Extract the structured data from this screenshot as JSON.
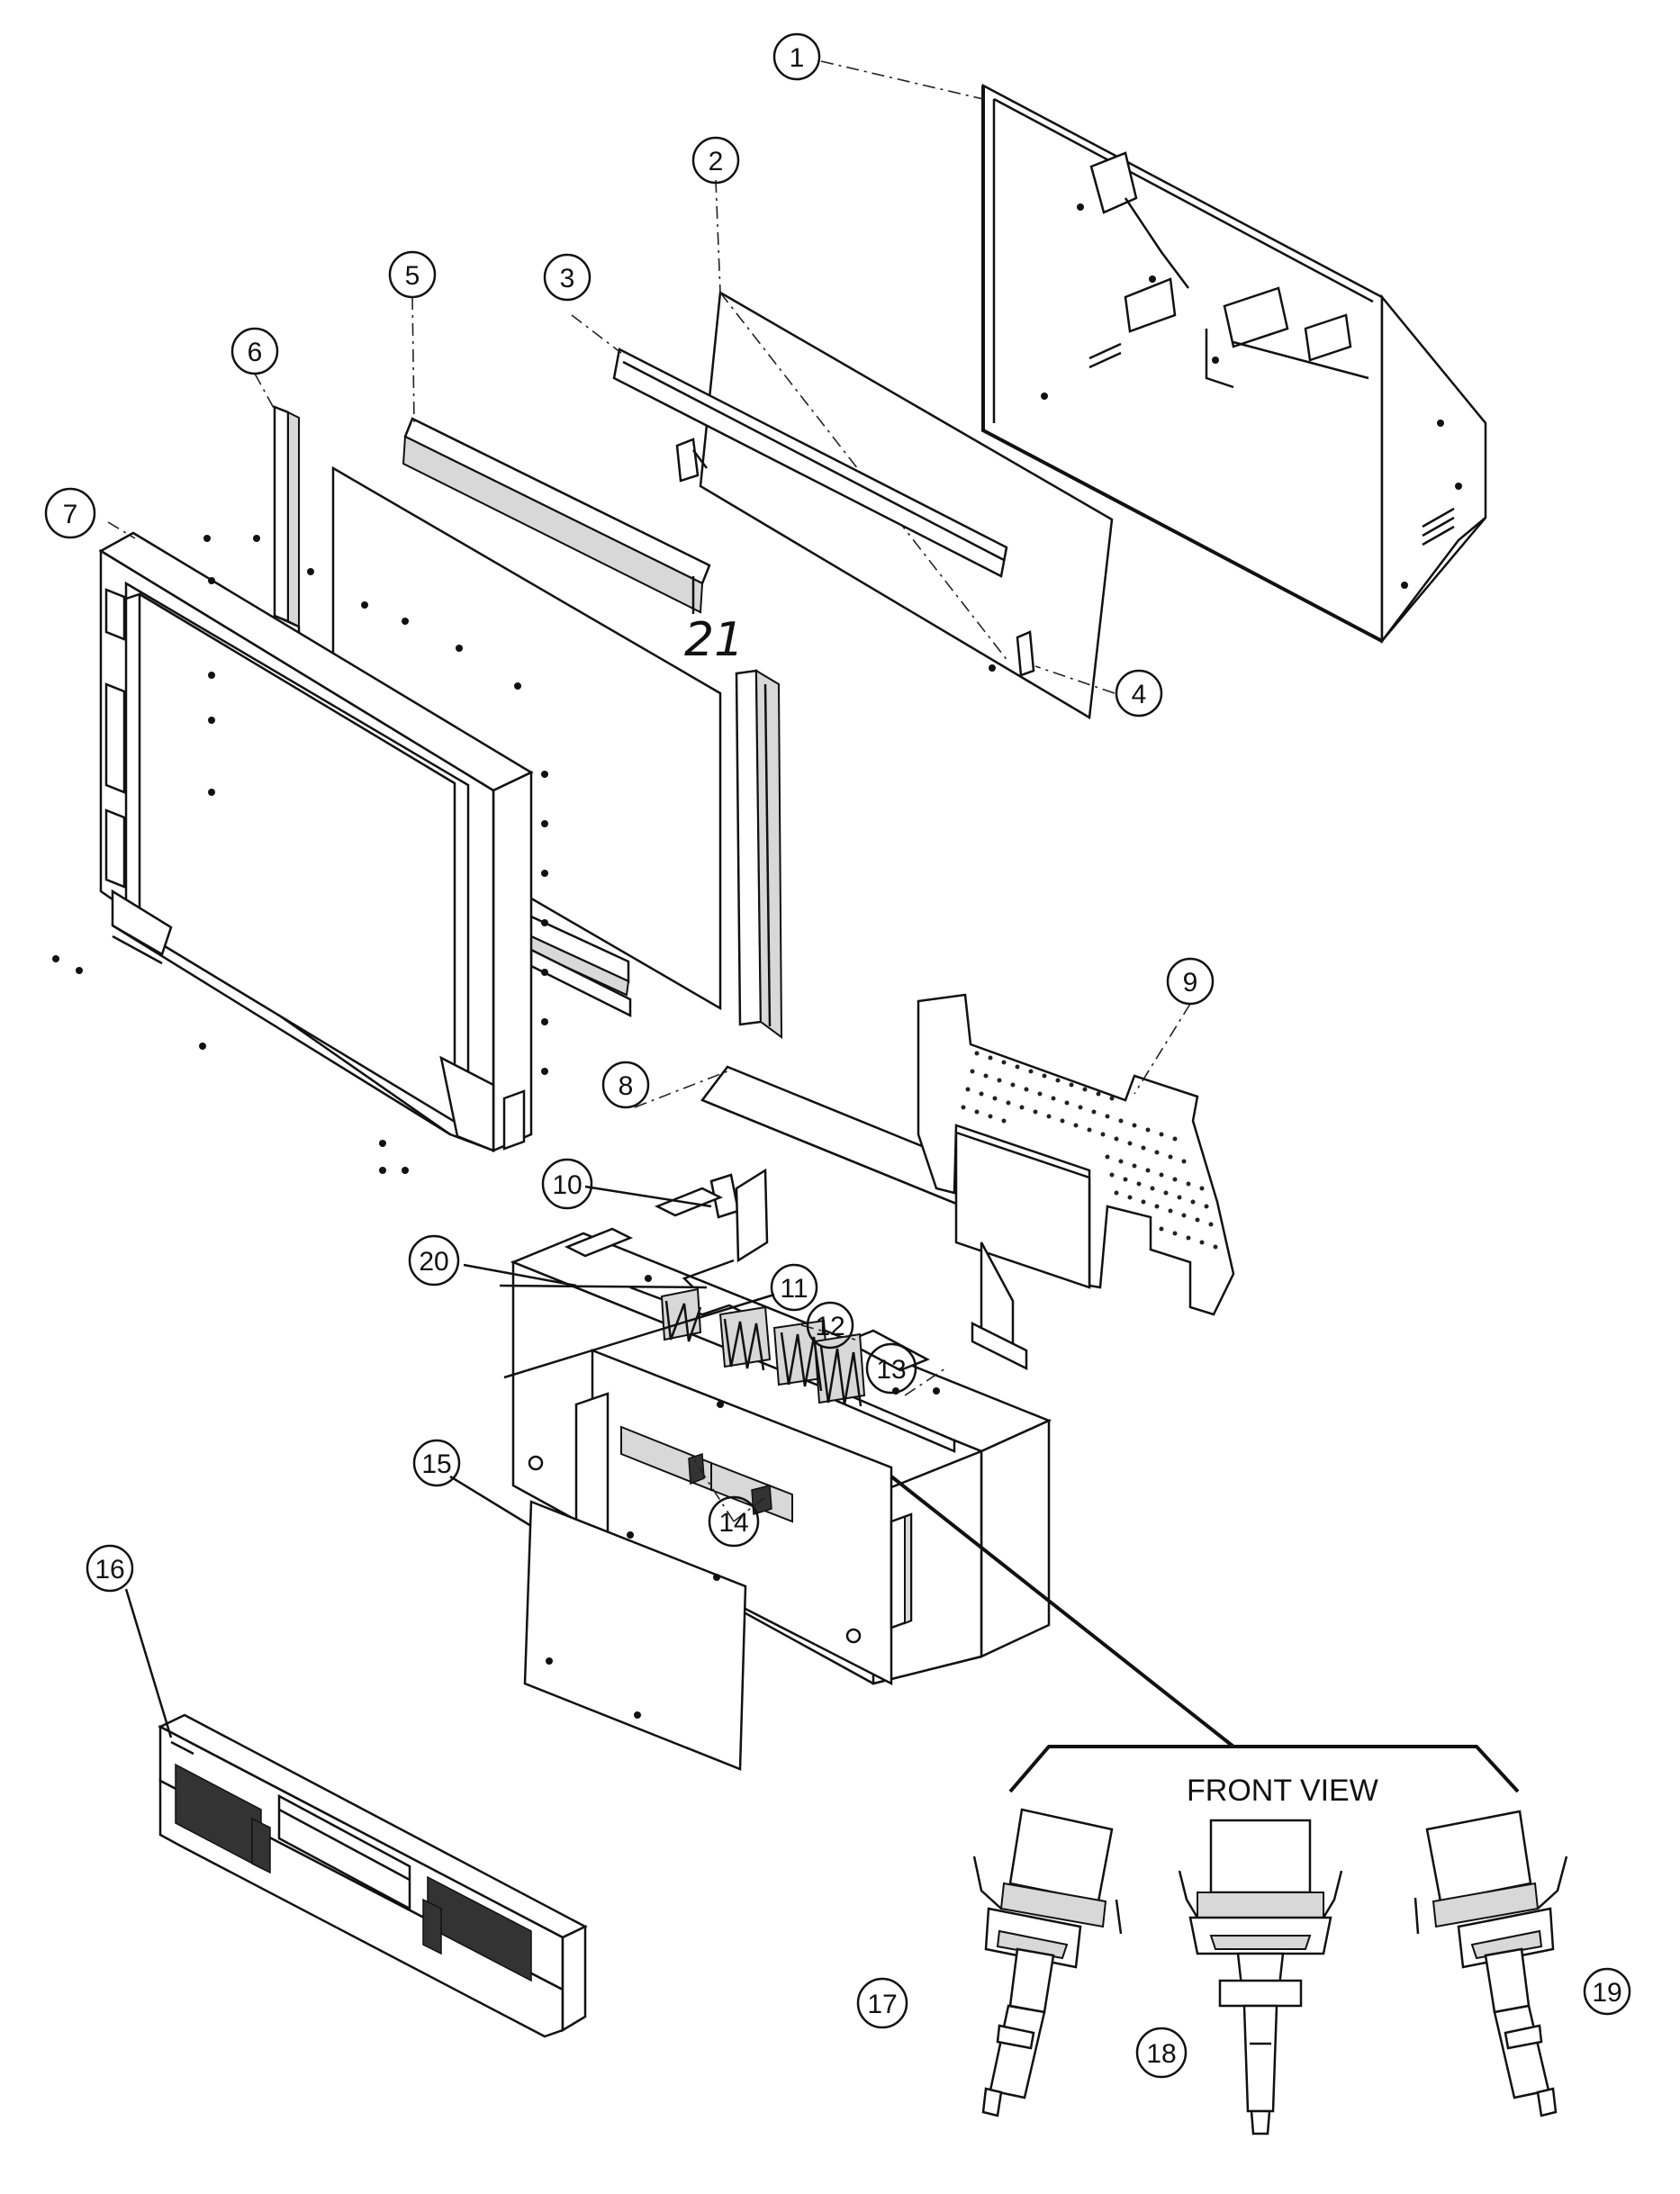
{
  "figure": {
    "view_label": "FRONT VIEW",
    "handwritten_mark": "21",
    "callouts": [
      {
        "id": "1",
        "label": "1"
      },
      {
        "id": "2",
        "label": "2"
      },
      {
        "id": "3",
        "label": "3"
      },
      {
        "id": "4",
        "label": "4"
      },
      {
        "id": "5",
        "label": "5"
      },
      {
        "id": "6",
        "label": "6"
      },
      {
        "id": "7",
        "label": "7"
      },
      {
        "id": "8",
        "label": "8"
      },
      {
        "id": "9",
        "label": "9"
      },
      {
        "id": "10",
        "label": "10"
      },
      {
        "id": "11",
        "label": "11"
      },
      {
        "id": "12",
        "label": "12"
      },
      {
        "id": "13",
        "label": "13"
      },
      {
        "id": "14",
        "label": "14"
      },
      {
        "id": "15",
        "label": "15"
      },
      {
        "id": "16",
        "label": "16"
      },
      {
        "id": "17",
        "label": "17"
      },
      {
        "id": "18",
        "label": "18"
      },
      {
        "id": "19",
        "label": "19"
      },
      {
        "id": "20",
        "label": "20"
      }
    ]
  }
}
